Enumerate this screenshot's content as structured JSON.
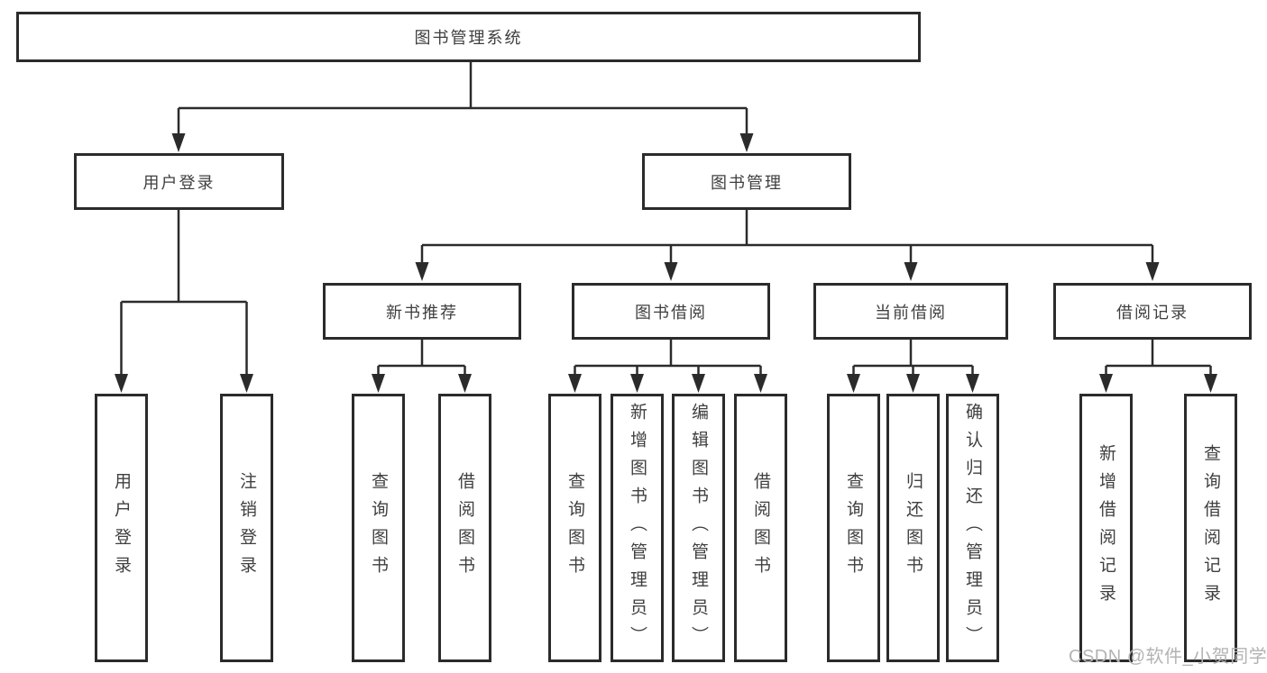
{
  "diagram": {
    "root": {
      "label": "图书管理系统"
    },
    "branches": [
      {
        "label": "用户登录"
      },
      {
        "label": "图书管理"
      }
    ],
    "sections": [
      {
        "label": "新书推荐"
      },
      {
        "label": "图书借阅"
      },
      {
        "label": "当前借阅"
      },
      {
        "label": "借阅记录"
      }
    ],
    "leaves": [
      {
        "label": "用户登录"
      },
      {
        "label": "注销登录"
      },
      {
        "label": "查询图书"
      },
      {
        "label": "借阅图书"
      },
      {
        "label": "查询图书"
      },
      {
        "label": "新增图书（管理员）"
      },
      {
        "label": "编辑图书（管理员）"
      },
      {
        "label": "借阅图书"
      },
      {
        "label": "查询图书"
      },
      {
        "label": "归还图书"
      },
      {
        "label": "确认归还（管理员）"
      },
      {
        "label": "新增借阅记录"
      },
      {
        "label": "查询借阅记录"
      }
    ]
  },
  "watermark": {
    "text": "CSDN @软件_小贺同学"
  },
  "colors": {
    "line": "#2b2b2b",
    "box_border": "#2b2b2b",
    "text": "#3f3f3f",
    "watermark": "#b3b3b3",
    "background": "#ffffff"
  }
}
